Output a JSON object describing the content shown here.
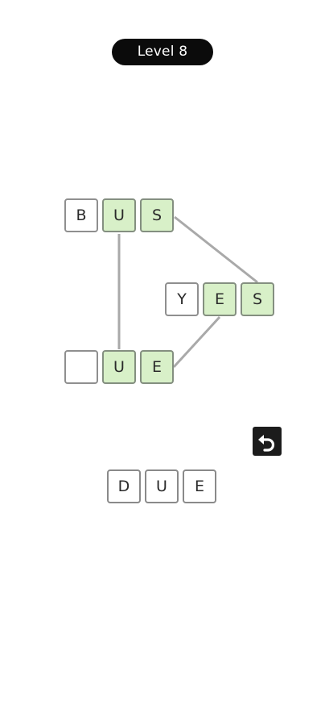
{
  "header": {
    "level_label": "Level 8"
  },
  "board": {
    "words": [
      {
        "tiles": [
          {
            "letter": "B",
            "filled": true,
            "highlighted": false
          },
          {
            "letter": "U",
            "filled": true,
            "highlighted": true
          },
          {
            "letter": "S",
            "filled": true,
            "highlighted": true
          }
        ]
      },
      {
        "tiles": [
          {
            "letter": "Y",
            "filled": true,
            "highlighted": false
          },
          {
            "letter": "E",
            "filled": true,
            "highlighted": true
          },
          {
            "letter": "S",
            "filled": true,
            "highlighted": true
          }
        ]
      },
      {
        "tiles": [
          {
            "letter": "",
            "filled": false,
            "highlighted": false
          },
          {
            "letter": "U",
            "filled": true,
            "highlighted": true
          },
          {
            "letter": "E",
            "filled": true,
            "highlighted": true
          }
        ]
      }
    ]
  },
  "tray": {
    "letters": [
      "D",
      "U",
      "E"
    ]
  },
  "controls": {
    "undo_icon": "undo-arrow-icon"
  },
  "colors": {
    "highlight": "#d8f0c8",
    "connector": "#a9a9a9",
    "pill": "#0b0b0b"
  }
}
